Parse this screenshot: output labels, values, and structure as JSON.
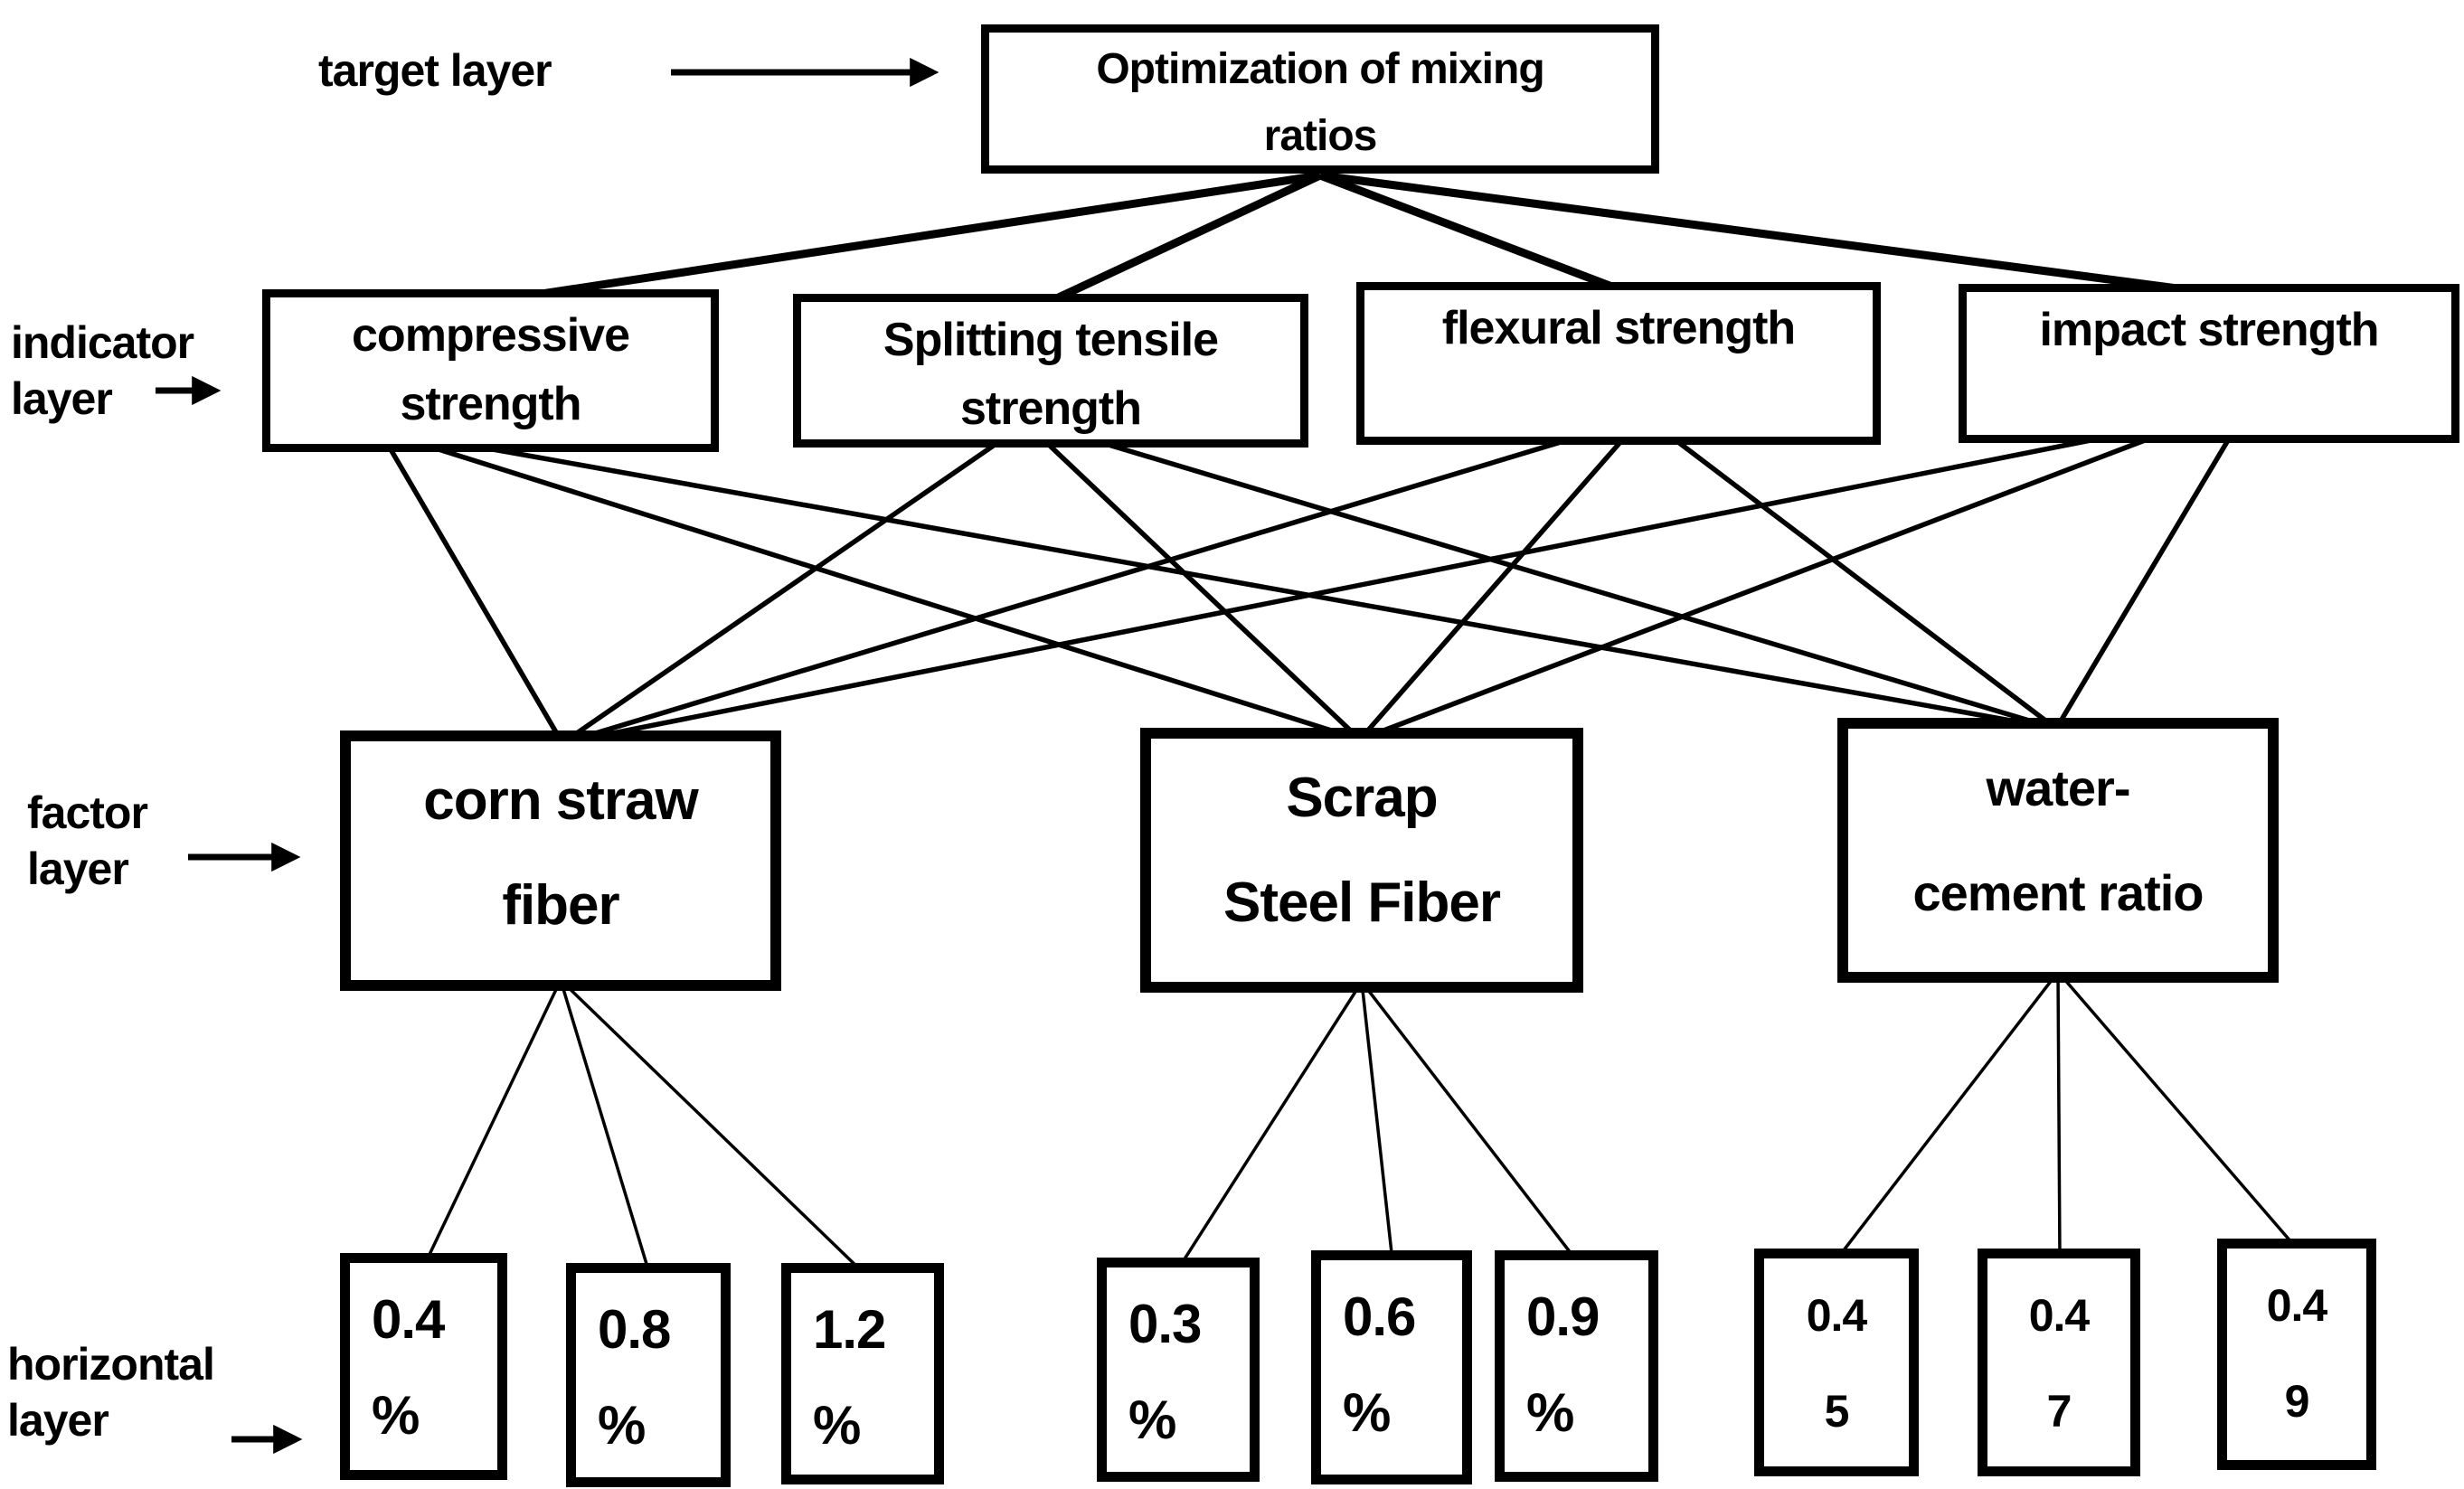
{
  "labels": {
    "target": [
      "target layer"
    ],
    "indicator": [
      "indicator",
      "layer"
    ],
    "factor": [
      "factor",
      "layer"
    ],
    "horizontal": [
      "horizontal",
      "layer"
    ]
  },
  "nodes": {
    "target": [
      "Optimization of mixing",
      "ratios"
    ],
    "indicators": [
      [
        "compressive",
        "strength"
      ],
      [
        "Splitting tensile",
        "strength"
      ],
      [
        "flexural strength"
      ],
      [
        "impact strength"
      ]
    ],
    "factors": [
      [
        "corn straw",
        "fiber"
      ],
      [
        "Scrap",
        "Steel Fiber"
      ],
      [
        "water-",
        "cement ratio"
      ]
    ],
    "levels": [
      [
        "0.4",
        "%"
      ],
      [
        "0.8",
        "%"
      ],
      [
        "1.2",
        "%"
      ],
      [
        "0.3",
        "%"
      ],
      [
        "0.6",
        "%"
      ],
      [
        "0.9",
        "%"
      ],
      [
        "0.4",
        "5"
      ],
      [
        "0.4",
        "7"
      ],
      [
        "0.4",
        "9"
      ]
    ]
  },
  "colors": {
    "ink": "#000000",
    "background": "#ffffff"
  }
}
